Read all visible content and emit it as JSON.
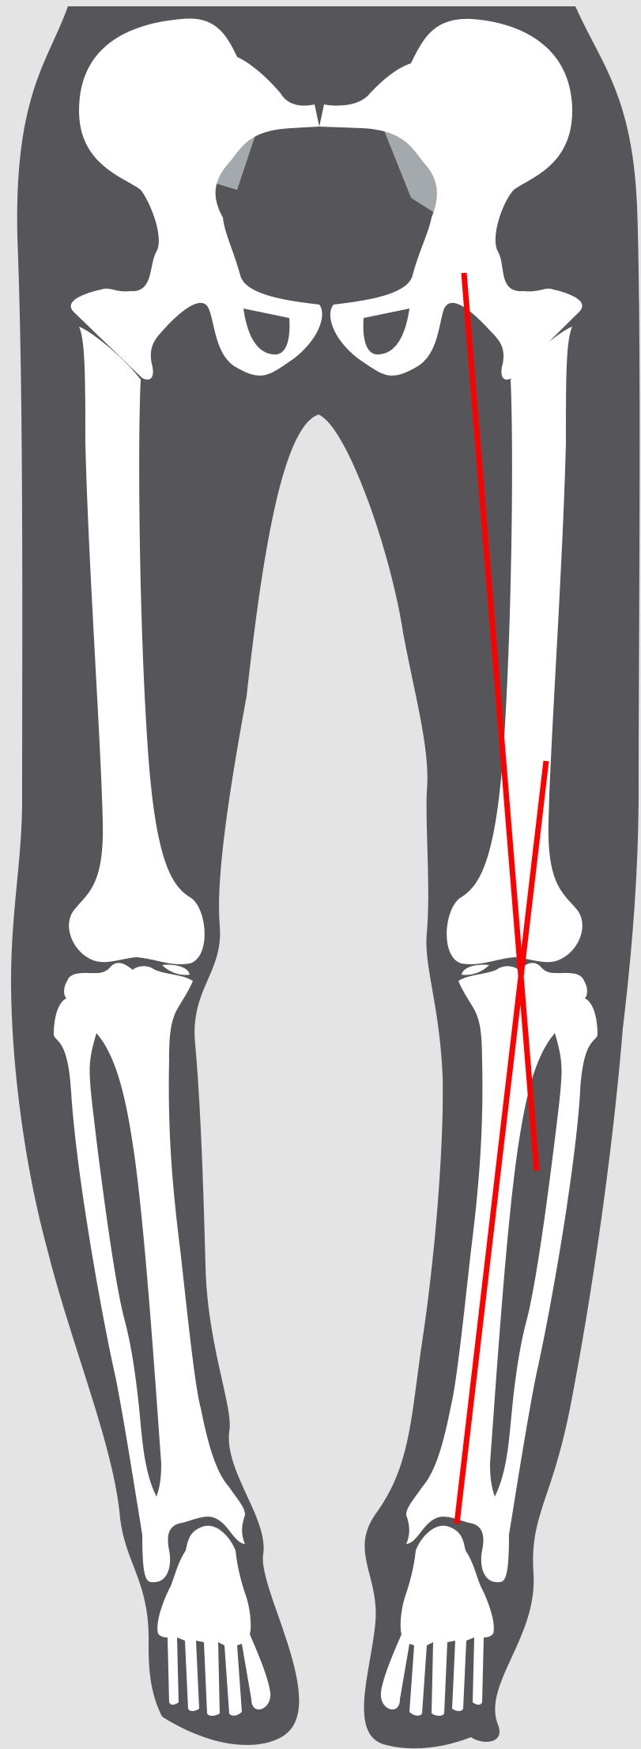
{
  "figure": {
    "subject": "lower-limb-skeleton",
    "view": "anterior",
    "colors": {
      "background": "#e4e4e4",
      "silhouette": "#56565a",
      "bone": "#ffffff",
      "bone_shadow": "#a4a9ad",
      "axis_line": "#ff0000"
    },
    "overlay": {
      "lines": [
        {
          "name": "femoral-mechanical-axis",
          "color": "#ff0000"
        },
        {
          "name": "tibial-mechanical-axis",
          "color": "#ff0000"
        }
      ]
    }
  }
}
